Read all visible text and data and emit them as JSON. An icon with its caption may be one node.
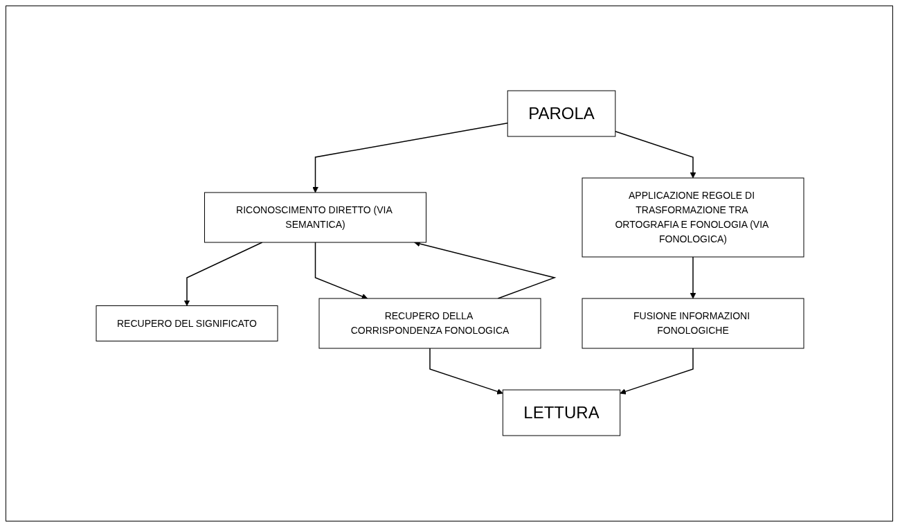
{
  "diagram": {
    "nodes": [
      {
        "text": [
          "PAROLA"
        ]
      },
      {
        "text": [
          "RICONOSCIMENTO DIRETTO (VIA SEMANTICA)"
        ]
      },
      {
        "text": [
          "APPLICAZIONE REGOLE DI TRASFORMAZIONE TRA ORTOGRAFIA E FONOLOGIA (VIA FONOLOGICA)"
        ]
      },
      {
        "text": [
          "RECUPERO DEL SIGNIFICATO"
        ]
      },
      {
        "text": [
          "RECUPERO DELLA CORRISPONDENZA FONOLOGICA"
        ]
      },
      {
        "text": [
          "FUSIONE INFORMAZIONI FONOLOGICHE"
        ]
      },
      {
        "text": [
          "LETTURA"
        ]
      }
    ],
    "edges": [
      {
        "from": 0,
        "to": 1,
        "arrow": "to"
      },
      {
        "from": 0,
        "to": 2,
        "arrow": "to"
      },
      {
        "from": 1,
        "to": 3,
        "arrow": "to"
      },
      {
        "from": 1,
        "to": 4,
        "arrow": "to"
      },
      {
        "from": 4,
        "to": 1,
        "arrow": "to"
      },
      {
        "from": 2,
        "to": 5,
        "arrow": "to"
      },
      {
        "from": 4,
        "to": 6,
        "arrow": "to"
      },
      {
        "from": 5,
        "to": 6,
        "arrow": "to"
      }
    ]
  }
}
